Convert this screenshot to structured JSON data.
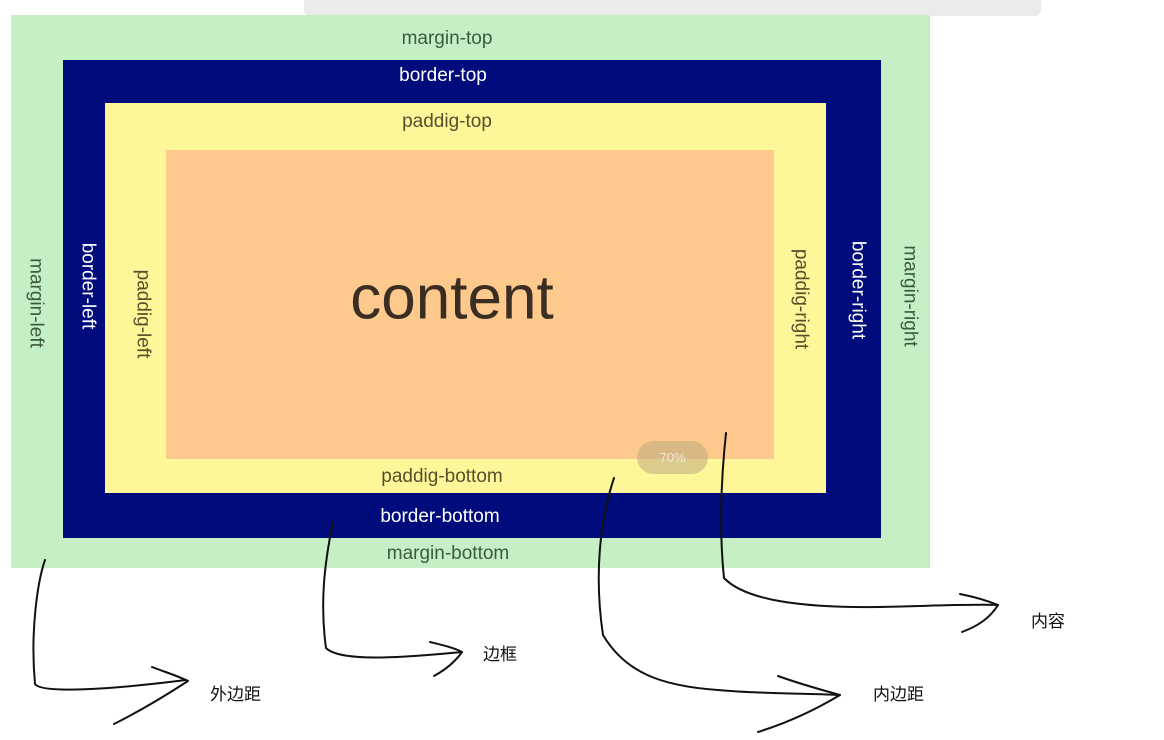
{
  "diagram": {
    "margin": {
      "top": "margin-top",
      "bottom": "margin-bottom",
      "left": "margin-left",
      "right": "margin-right"
    },
    "border": {
      "top": "border-top",
      "bottom": "border-bottom",
      "left": "border-left",
      "right": "border-right"
    },
    "padding": {
      "top": "paddig-top",
      "bottom": "paddig-bottom",
      "left": "paddig-left",
      "right": "paddig-right"
    },
    "content": "content",
    "zoom": "70%"
  },
  "annotations": {
    "margin": "外边距",
    "border": "边框",
    "padding": "内边距",
    "content": "内容"
  },
  "colors": {
    "margin": "#c5f0c5",
    "border": "#000b7c",
    "padding": "#fef79a",
    "content": "#fdc98d"
  }
}
